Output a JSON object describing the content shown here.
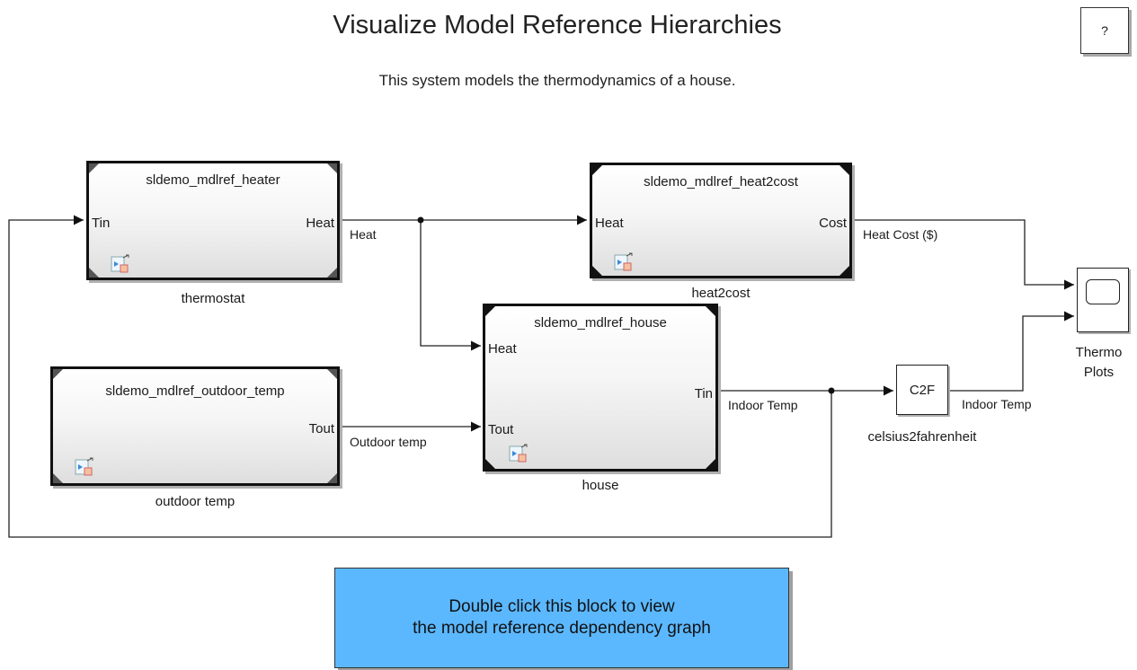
{
  "title": "Visualize Model Reference Hierarchies",
  "subtitle": "This system models the thermodynamics of a house.",
  "help_button": {
    "label": "?"
  },
  "blocks": {
    "heater": {
      "model": "sldemo_mdlref_heater",
      "name": "thermostat",
      "in_port": "Tin",
      "out_port": "Heat"
    },
    "heat2cost": {
      "model": "sldemo_mdlref_heat2cost",
      "name": "heat2cost",
      "in_port": "Heat",
      "out_port": "Cost"
    },
    "house": {
      "model": "sldemo_mdlref_house",
      "name": "house",
      "in_ports": [
        "Heat",
        "Tout"
      ],
      "out_port": "Tin"
    },
    "outdoor": {
      "model": "sldemo_mdlref_outdoor_temp",
      "name": "outdoor temp",
      "out_port": "Tout"
    },
    "c2f": {
      "label": "C2F",
      "name": "celsius2fahrenheit"
    },
    "scope": {
      "name_line1": "Thermo",
      "name_line2": "Plots"
    }
  },
  "signals": {
    "heat": "Heat",
    "heat_cost": "Heat Cost ($)",
    "outdoor_temp": "Outdoor temp",
    "indoor_temp": "Indoor Temp",
    "indoor_temp_f": "Indoor Temp"
  },
  "dependency_button": {
    "line1": "Double click this block to view",
    "line2": "the model reference dependency graph",
    "color": "#5bb8ff"
  }
}
